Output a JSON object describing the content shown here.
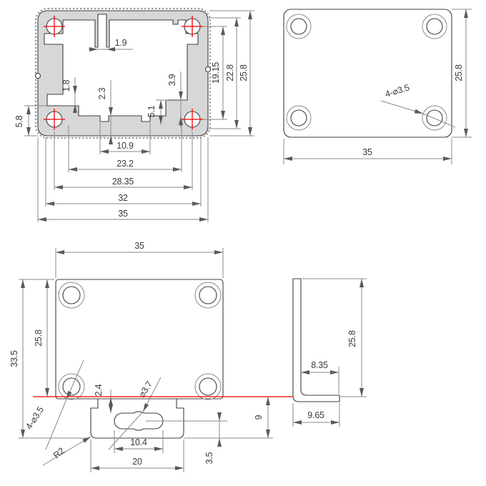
{
  "colors": {
    "fill_gray": "#d7d7d7",
    "line_dark": "#3f3f3f",
    "line_dim": "#8a8a8a",
    "centerline_red": "#f00000"
  },
  "section_view": {
    "rib_width": "1.9",
    "wall_step": "1.8",
    "bottom_wall": "2.3",
    "right_step": "3.9",
    "boss_step": "5.1",
    "side_step": "5.8",
    "hole_span_vertical": "19.15",
    "inner_height": "22.8",
    "overall_height": "25.8",
    "notch_span": "10.9",
    "inner_span": "23.2",
    "hole_span_horizontal": "28.35",
    "body_span": "32",
    "overall_width": "35"
  },
  "top_view": {
    "overall_height": "25.8",
    "overall_width": "35",
    "hole_callout": "4-⌀3.5"
  },
  "plate_view": {
    "overall_width": "35",
    "total_height": "33.5",
    "plate_height": "25.8",
    "hole_callout": "4-⌀3.5",
    "step_depth": "2.4",
    "slot_hole": "⌀3.7",
    "corner_radius": "R2",
    "slot_width": "10.4",
    "tab_width": "20",
    "slot_offset": "3.5",
    "tab_height": "9"
  },
  "side_view": {
    "flange_inner": "8.35",
    "flange_outer": "9.65",
    "overall_height": "25.8"
  }
}
